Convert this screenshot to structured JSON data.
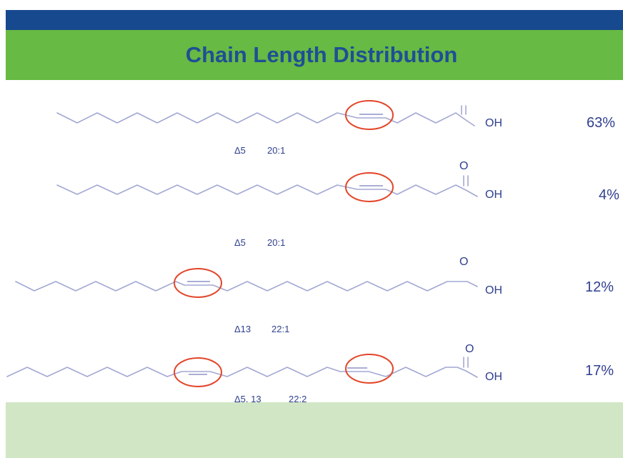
{
  "title": "Chain Length Distribution",
  "molecules": [
    {
      "delta": "Δ5",
      "notation": "20:1",
      "oxygen": "",
      "hydroxyl": "OH",
      "percent": "63%"
    },
    {
      "delta": "Δ5",
      "notation": "20:1",
      "oxygen": "O",
      "hydroxyl": "OH",
      "percent": "4%"
    },
    {
      "delta": "Δ13",
      "notation": "22:1",
      "oxygen": "O",
      "hydroxyl": "OH",
      "percent": "12%"
    },
    {
      "delta": "Δ5, 13",
      "notation": "22:2",
      "oxygen": "O",
      "hydroxyl": "OH",
      "percent": "17%"
    }
  ],
  "colors": {
    "header_blue": "#17498f",
    "title_green": "#67ba43",
    "title_text": "#1e4f95",
    "bond_line": "#a3a8d3",
    "highlight_ring": "#e2462a",
    "label_text": "#2f3f8f",
    "footer_green": "#d1e6c5"
  }
}
